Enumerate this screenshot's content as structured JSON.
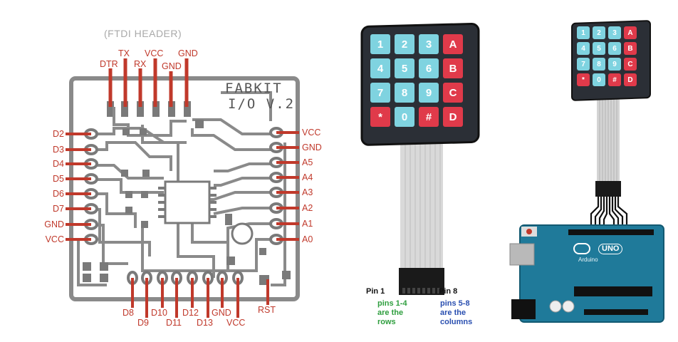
{
  "fabkit": {
    "header_title": "(FTDI HEADER)",
    "board_name_line1": "FABKIT",
    "board_name_line2": "I/O V.2",
    "top_pins": [
      "DTR",
      "TX",
      "RX",
      "VCC",
      "GND",
      "GND"
    ],
    "left_pins": [
      "D2",
      "D3",
      "D4",
      "D5",
      "D6",
      "D7",
      "GND",
      "VCC"
    ],
    "right_pins": [
      "VCC",
      "GND",
      "A5",
      "A4",
      "A3",
      "A2",
      "A1",
      "A0"
    ],
    "bottom_pins": [
      "D8",
      "D9",
      "D10",
      "D11",
      "D12",
      "D13",
      "GND",
      "VCC",
      "RST"
    ]
  },
  "keypad_main": {
    "keys": [
      [
        "1",
        "2",
        "3",
        "A"
      ],
      [
        "4",
        "5",
        "6",
        "B"
      ],
      [
        "7",
        "8",
        "9",
        "C"
      ],
      [
        "*",
        "0",
        "#",
        "D"
      ]
    ],
    "pin1_label": "Pin 1",
    "pin8_label": "Pin 8",
    "rows_note": [
      "pins 1-4",
      "are the",
      "rows"
    ],
    "cols_note": [
      "pins 5-8",
      "are the",
      "columns"
    ]
  },
  "keypad_small": {
    "keys": [
      [
        "1",
        "2",
        "3",
        "A"
      ],
      [
        "4",
        "5",
        "6",
        "B"
      ],
      [
        "7",
        "8",
        "9",
        "C"
      ],
      [
        "*",
        "0",
        "#",
        "D"
      ]
    ]
  },
  "arduino": {
    "logo_text": "UNO",
    "brand_text": "Arduino"
  },
  "colors": {
    "trace_gray": "#7a7a7a",
    "pin_red": "#c0392b",
    "key_cyan": "#7fd3e0",
    "key_red": "#e03a4a",
    "arduino_teal": "#1f7a9a",
    "rows_note": "#2e9e3e",
    "cols_note": "#2a4fb0"
  }
}
